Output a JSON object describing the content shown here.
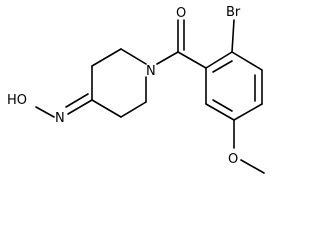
{
  "molecule": {
    "atoms": [
      {
        "id": "O1",
        "label": "O"
      },
      {
        "id": "Br",
        "label": "Br"
      },
      {
        "id": "N",
        "label": "N"
      },
      {
        "id": "HO",
        "label": "HO"
      },
      {
        "id": "N2",
        "label": "N"
      },
      {
        "id": "O2",
        "label": "O"
      }
    ]
  },
  "colors": {
    "bond": "#000000",
    "background": "#ffffff"
  }
}
